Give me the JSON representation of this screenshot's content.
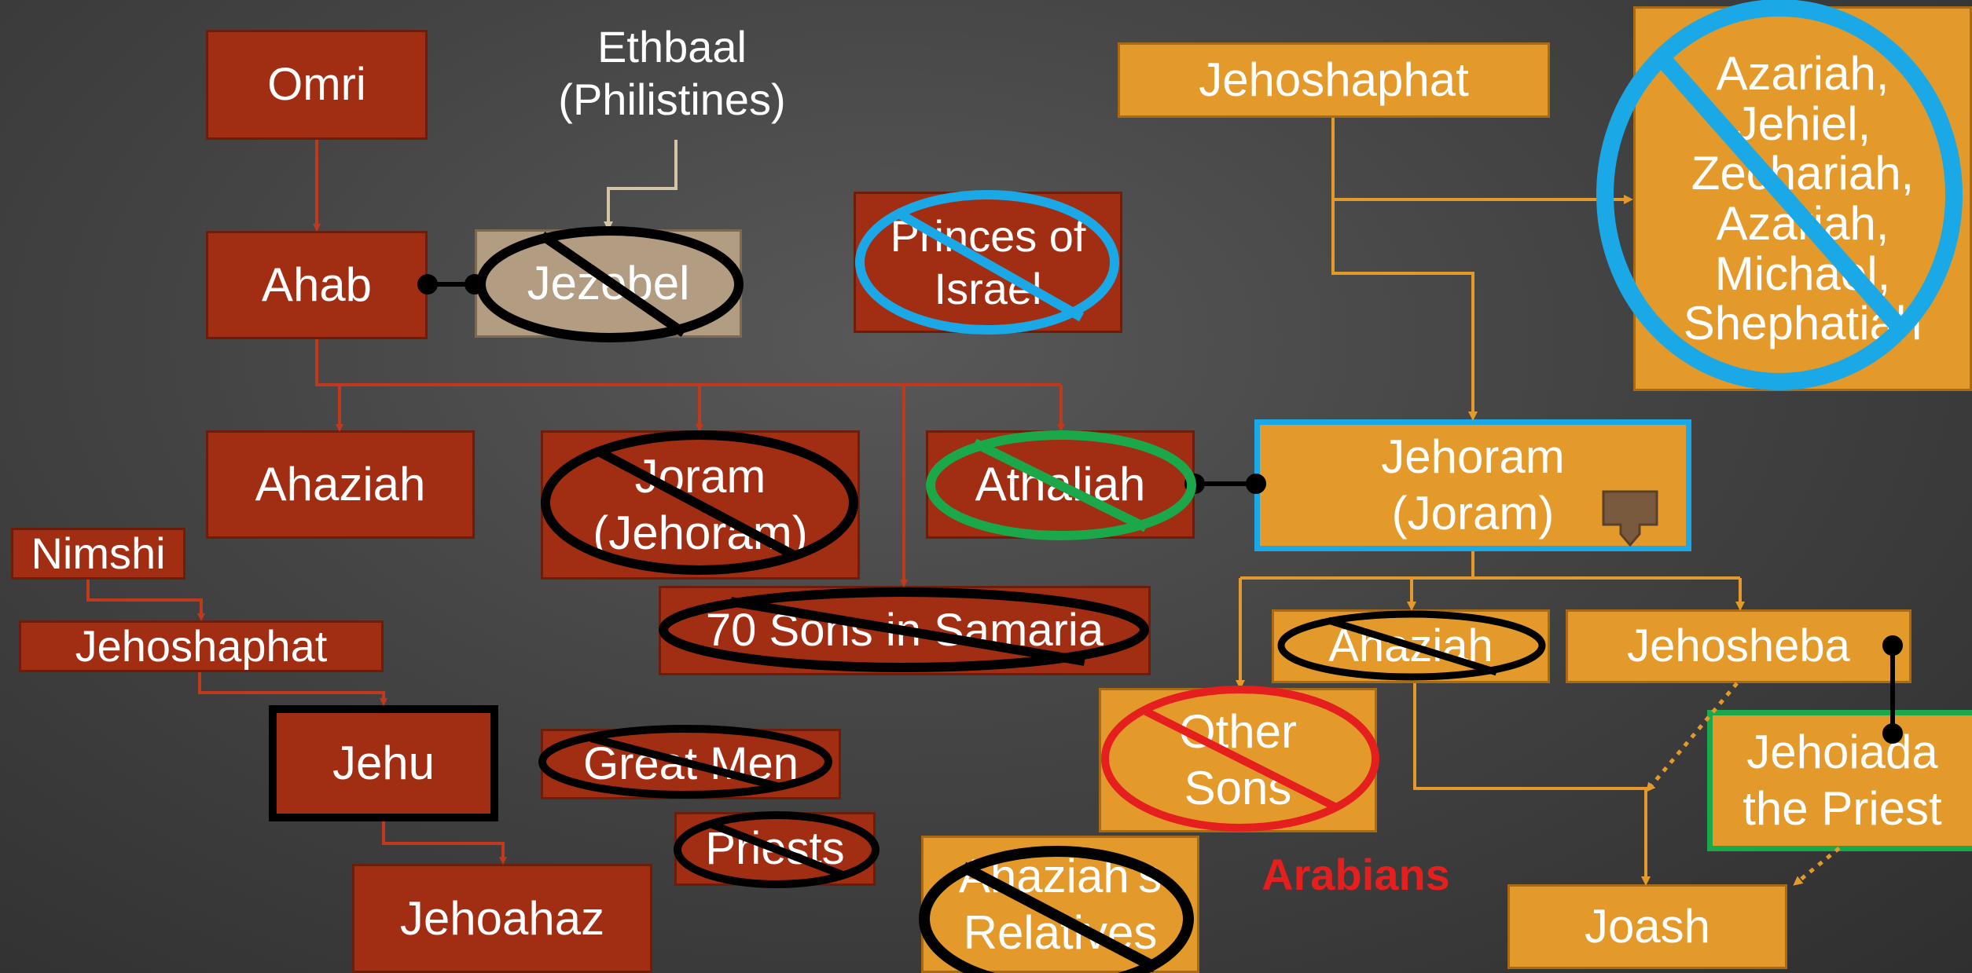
{
  "nodes": {
    "omri": "Omri",
    "ethbaal": "Ethbaal\n(Philistines)",
    "ahab": "Ahab",
    "jezebel": "Jezebel",
    "princes_of_israel": "Princes of\nIsrael",
    "jehoshaphat_judah": "Jehoshaphat",
    "azariah_group": "Azariah,\nJehiel,\nZechariah,\nAzariah,\nMichael,\nShephatiah",
    "ahaziah_israel": "Ahaziah",
    "joram_jehoram": "Joram\n(Jehoram)",
    "athaliah": "Athaliah",
    "jehoram_joram": "Jehoram\n(Joram)",
    "nimshi": "Nimshi",
    "jehoshaphat_israel": "Jehoshaphat",
    "seventy_sons": "70 Sons in Samaria",
    "ahaziah_judah": "Ahaziah",
    "jehosheba": "Jehosheba",
    "jehu": "Jehu",
    "great_men": "Great Men",
    "other_sons": "Other\nSons",
    "jehoiada": "Jehoiada\nthe Priest",
    "priests": "Priests",
    "jehoahaz": "Jehoahaz",
    "ahaziahs_relatives": "Ahaziah's\nRelatives",
    "arabians": "Arabians",
    "joash": "Joash"
  },
  "colors": {
    "israel_box": "#a12d12",
    "judah_box": "#e39a2b",
    "jezebel_box": "#b39d82",
    "cross_black": "#000000",
    "cross_blue": "#1aa9e6",
    "cross_green": "#1aa84a",
    "cross_red": "#e51e1e",
    "arabians_text": "#e51e1e",
    "highlight_blue": "#1aa9e6",
    "highlight_green": "#1aa84a",
    "background": "#444444"
  },
  "icons": {
    "down_callout": "down-arrow-callout-icon"
  }
}
